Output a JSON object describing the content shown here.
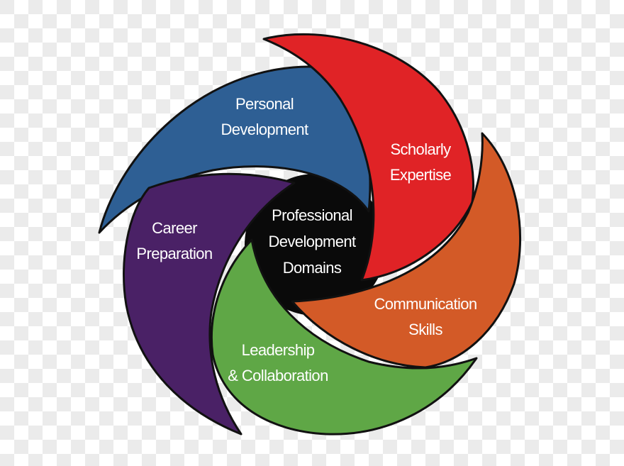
{
  "center": {
    "lines": [
      "Professional",
      "Development",
      "Domains"
    ],
    "color": "#0a0a0a"
  },
  "segments": [
    {
      "id": "personal",
      "lines": [
        "Personal",
        "Development"
      ],
      "color": "#2e5f94"
    },
    {
      "id": "scholarly",
      "lines": [
        "Scholarly",
        "Expertise"
      ],
      "color": "#e02326"
    },
    {
      "id": "communication",
      "lines": [
        "Communication",
        "Skills"
      ],
      "color": "#d35a27"
    },
    {
      "id": "leadership",
      "lines": [
        "Leadership",
        "& Collaboration"
      ],
      "color": "#5fa746"
    },
    {
      "id": "career",
      "lines": [
        "Career",
        "Preparation"
      ],
      "color": "#4a2166"
    }
  ]
}
